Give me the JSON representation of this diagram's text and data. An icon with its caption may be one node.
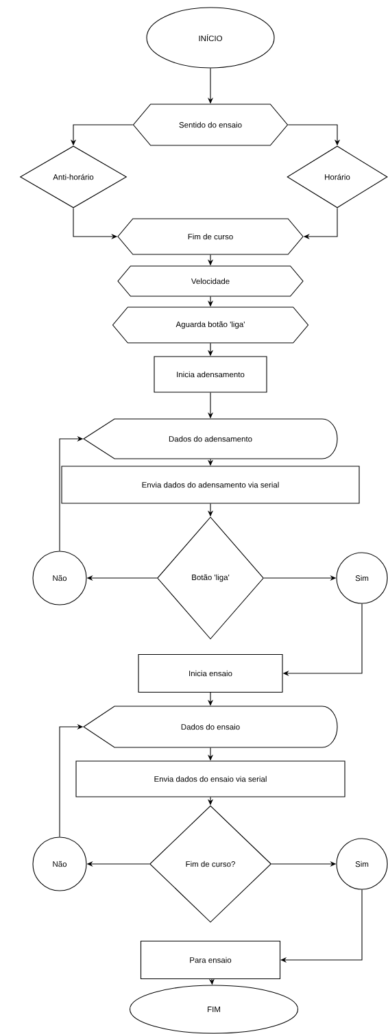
{
  "diagram": {
    "nodes": [
      {
        "text": [
          "INÍCIO"
        ]
      },
      {
        "text": [
          "Sentido do ensaio"
        ]
      },
      {
        "text": [
          "Anti-horário"
        ]
      },
      {
        "text": [
          "Horário"
        ]
      },
      {
        "text": [
          "Fim de curso"
        ]
      },
      {
        "text": [
          "Velocidade"
        ]
      },
      {
        "text": [
          "Aguarda botão 'liga'"
        ]
      },
      {
        "text": [
          "Inicia adensamento"
        ]
      },
      {
        "text": [
          "Dados do adensamento"
        ]
      },
      {
        "text": [
          "Envia dados do adensamento via serial"
        ]
      },
      {
        "text": [
          "Botão 'liga'"
        ]
      },
      {
        "text": [
          "Não"
        ]
      },
      {
        "text": [
          "Sim"
        ]
      },
      {
        "text": [
          "Inicia ensaio"
        ]
      },
      {
        "text": [
          "Dados do ensaio"
        ]
      },
      {
        "text": [
          "Envia dados do ensaio via serial"
        ]
      },
      {
        "text": [
          "Fim de curso?"
        ]
      },
      {
        "text": [
          "Não"
        ]
      },
      {
        "text": [
          "Sim"
        ]
      },
      {
        "text": [
          "Para ensaio"
        ]
      },
      {
        "text": [
          "FIM"
        ]
      }
    ],
    "edges": [
      {
        "from": 0,
        "to": 1,
        "arrow": "to"
      },
      {
        "from": 1,
        "to": 2,
        "arrow": "to"
      },
      {
        "from": 1,
        "to": 3,
        "arrow": "to"
      },
      {
        "from": 2,
        "to": 4,
        "arrow": "to"
      },
      {
        "from": 3,
        "to": 4,
        "arrow": "to"
      },
      {
        "from": 4,
        "to": 5,
        "arrow": "to"
      },
      {
        "from": 5,
        "to": 6,
        "arrow": "to"
      },
      {
        "from": 6,
        "to": 7,
        "arrow": "to"
      },
      {
        "from": 7,
        "to": 8,
        "arrow": "to"
      },
      {
        "from": 8,
        "to": 9,
        "arrow": "to"
      },
      {
        "from": 9,
        "to": 10,
        "arrow": "to"
      },
      {
        "from": 10,
        "to": 11,
        "arrow": "to"
      },
      {
        "from": 10,
        "to": 12,
        "arrow": "to"
      },
      {
        "from": 11,
        "to": 8,
        "arrow": "to"
      },
      {
        "from": 12,
        "to": 13,
        "arrow": "to"
      },
      {
        "from": 13,
        "to": 14,
        "arrow": "to"
      },
      {
        "from": 14,
        "to": 15,
        "arrow": "to"
      },
      {
        "from": 15,
        "to": 16,
        "arrow": "to"
      },
      {
        "from": 16,
        "to": 17,
        "arrow": "to"
      },
      {
        "from": 16,
        "to": 18,
        "arrow": "to"
      },
      {
        "from": 17,
        "to": 14,
        "arrow": "to"
      },
      {
        "from": 18,
        "to": 19,
        "arrow": "to"
      },
      {
        "from": 19,
        "to": 20,
        "arrow": "to"
      }
    ]
  }
}
